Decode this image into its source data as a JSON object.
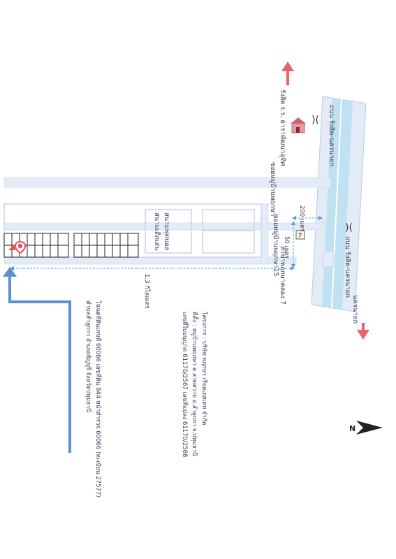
{
  "roads": {
    "main_road_upper": "ถนน รังสิต-นครนายก",
    "main_road_lower": "ถนน รังสิต-นครนายก",
    "soi_upper": "ซอยหมู่บ้านพฤกษา",
    "soi_lower": "ซอยหมู่บ้านพฤกษา15"
  },
  "directions": {
    "to_rangsit": "รังสิต",
    "to_nakhon_nayok": "นครนายก"
  },
  "landmarks": {
    "school": "ร.ร. ธาราพัฒนาอุทิศ",
    "seven_eleven": "สาขาพฤกษาคลอง 7",
    "park_line1": "สนามฟุตบอล",
    "park_line2": "สนามเด็กเล่น"
  },
  "distances": {
    "d200": "200 เมตร",
    "d50": "50 เมตร",
    "d1_3km": "1.3 กิโลเมตร"
  },
  "notes": {
    "project_line1": "โครงการ : บริษัท พฤกษา เรียลเอสเตท จำกัด",
    "project_line2": "ที่ตั้ง : หมู่บ้านพฤกษา ต.ลาดสวาย อ.ลำลูกกา จ.ปทุมธานี",
    "project_line3": "เลขที่ใบอนุญาต 61170/2567 เลขที่แปลง 61170/2568",
    "deed_line1": "โฉนดที่ดินเลขที่ 60066 เลขที่ดิน 844 หน้าสำรวจ 60066 (ทะเบียน 27577)",
    "deed_line2": "ตำบลลำลูกกา อำเภอธัญบุรี จังหวัดปทุมธานี"
  },
  "north_label": "N",
  "colors": {
    "road": "#dde7f3",
    "road_edge": "#b9cbe2",
    "main_road_stripe": "#bde0f2",
    "arrow_red": "#e8636a",
    "route_blue": "#5b8fd0",
    "dim_blue": "#4aa0d8",
    "pin_red": "#e0505a"
  }
}
